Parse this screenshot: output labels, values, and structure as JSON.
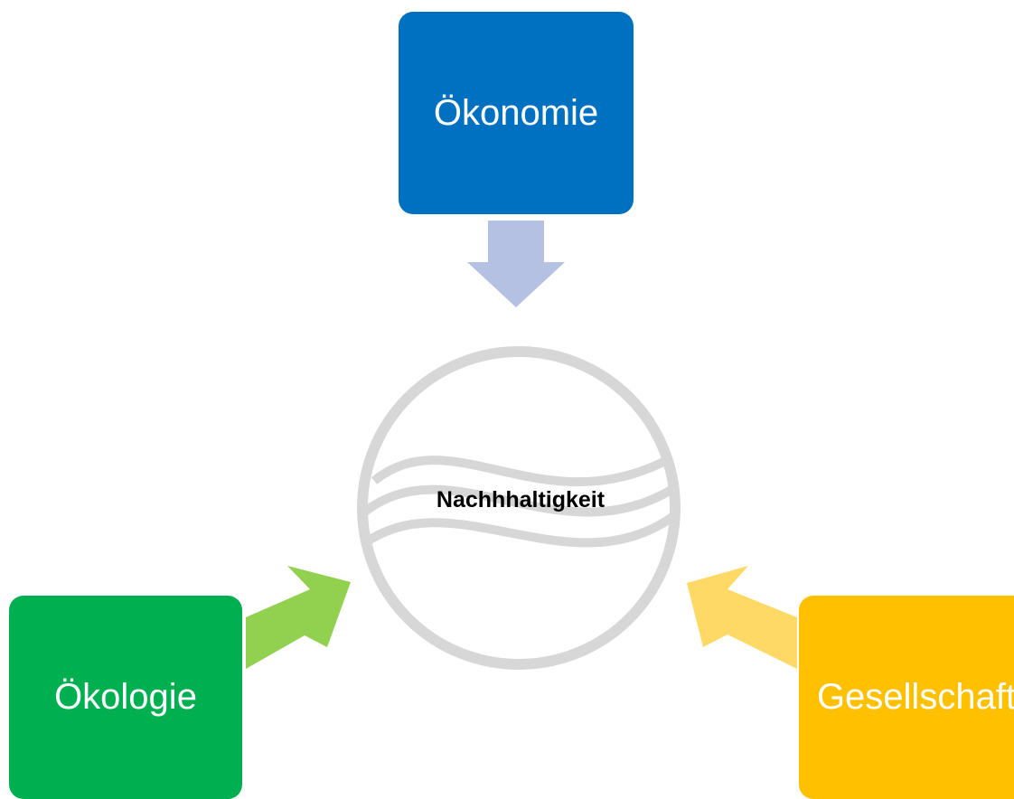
{
  "diagram": {
    "center": {
      "label": "Nachhhaltigkeit",
      "ring_color": "#d7d7d7"
    },
    "pillars": [
      {
        "id": "top",
        "label": "Ökonomie",
        "color": "#0070c0",
        "arrow_color": "#b4c1e2"
      },
      {
        "id": "left",
        "label": "Ökologie",
        "color": "#00b050",
        "arrow_color": "#92d050"
      },
      {
        "id": "right",
        "label": "Gesellschaft",
        "color": "#ffc000",
        "arrow_color": "#ffd966"
      }
    ]
  }
}
